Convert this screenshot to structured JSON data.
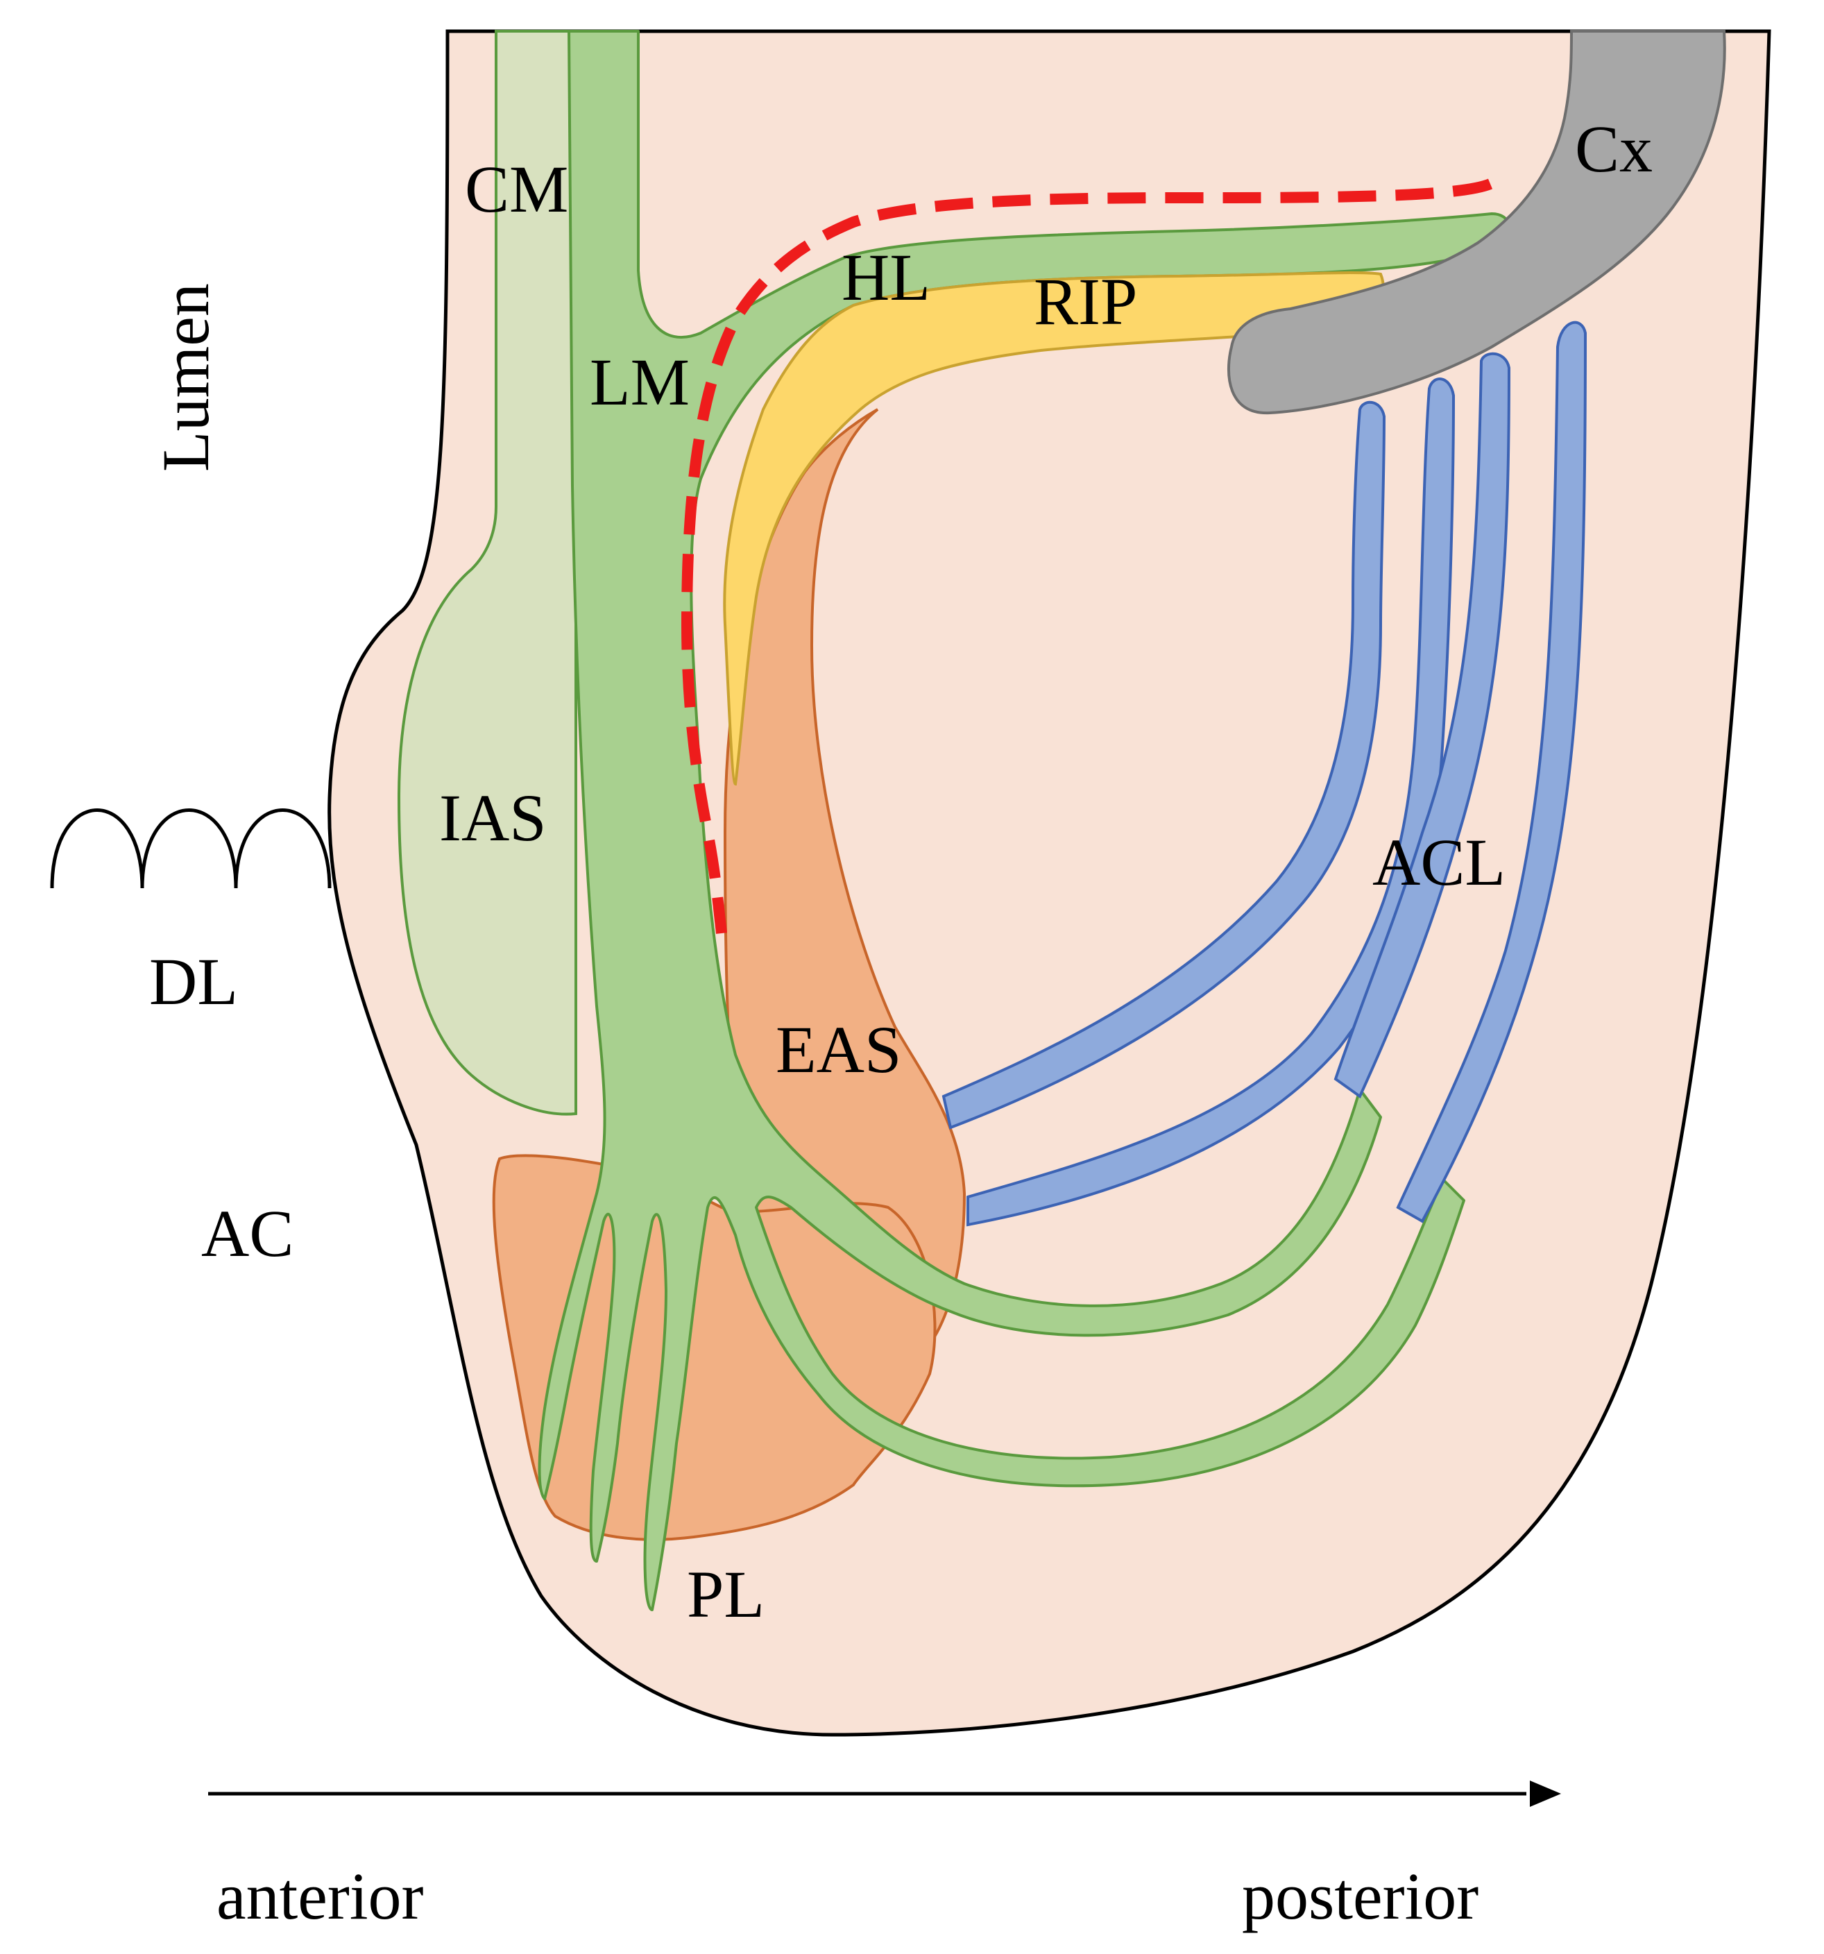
{
  "labels": {
    "cm": "CM",
    "lumen": "Lumen",
    "lm": "LM",
    "hl": "HL",
    "rip": "RIP",
    "cx": "Cx",
    "ias": "IAS",
    "dl": "DL",
    "acl": "ACL",
    "eas": "EAS",
    "ac": "AC",
    "pl": "PL",
    "anterior": "anterior",
    "posterior": "posterior"
  },
  "colors": {
    "tissue_bg": "#f9e2d6",
    "circular_muscle": "#d8e1bf",
    "longitudinal_muscle": "#a8d08f",
    "muscle_stroke": "#5a9a3e",
    "eas": "#f2b084",
    "eas_stroke": "#c8652a",
    "rip": "#fdd76a",
    "rip_stroke": "#c9a230",
    "coccyx": "#a7a7a7",
    "coccyx_stroke": "#6e6e6e",
    "acl": "#8eaadc",
    "acl_stroke": "#3c63b4",
    "dashed_line": "#ee1c1c"
  }
}
